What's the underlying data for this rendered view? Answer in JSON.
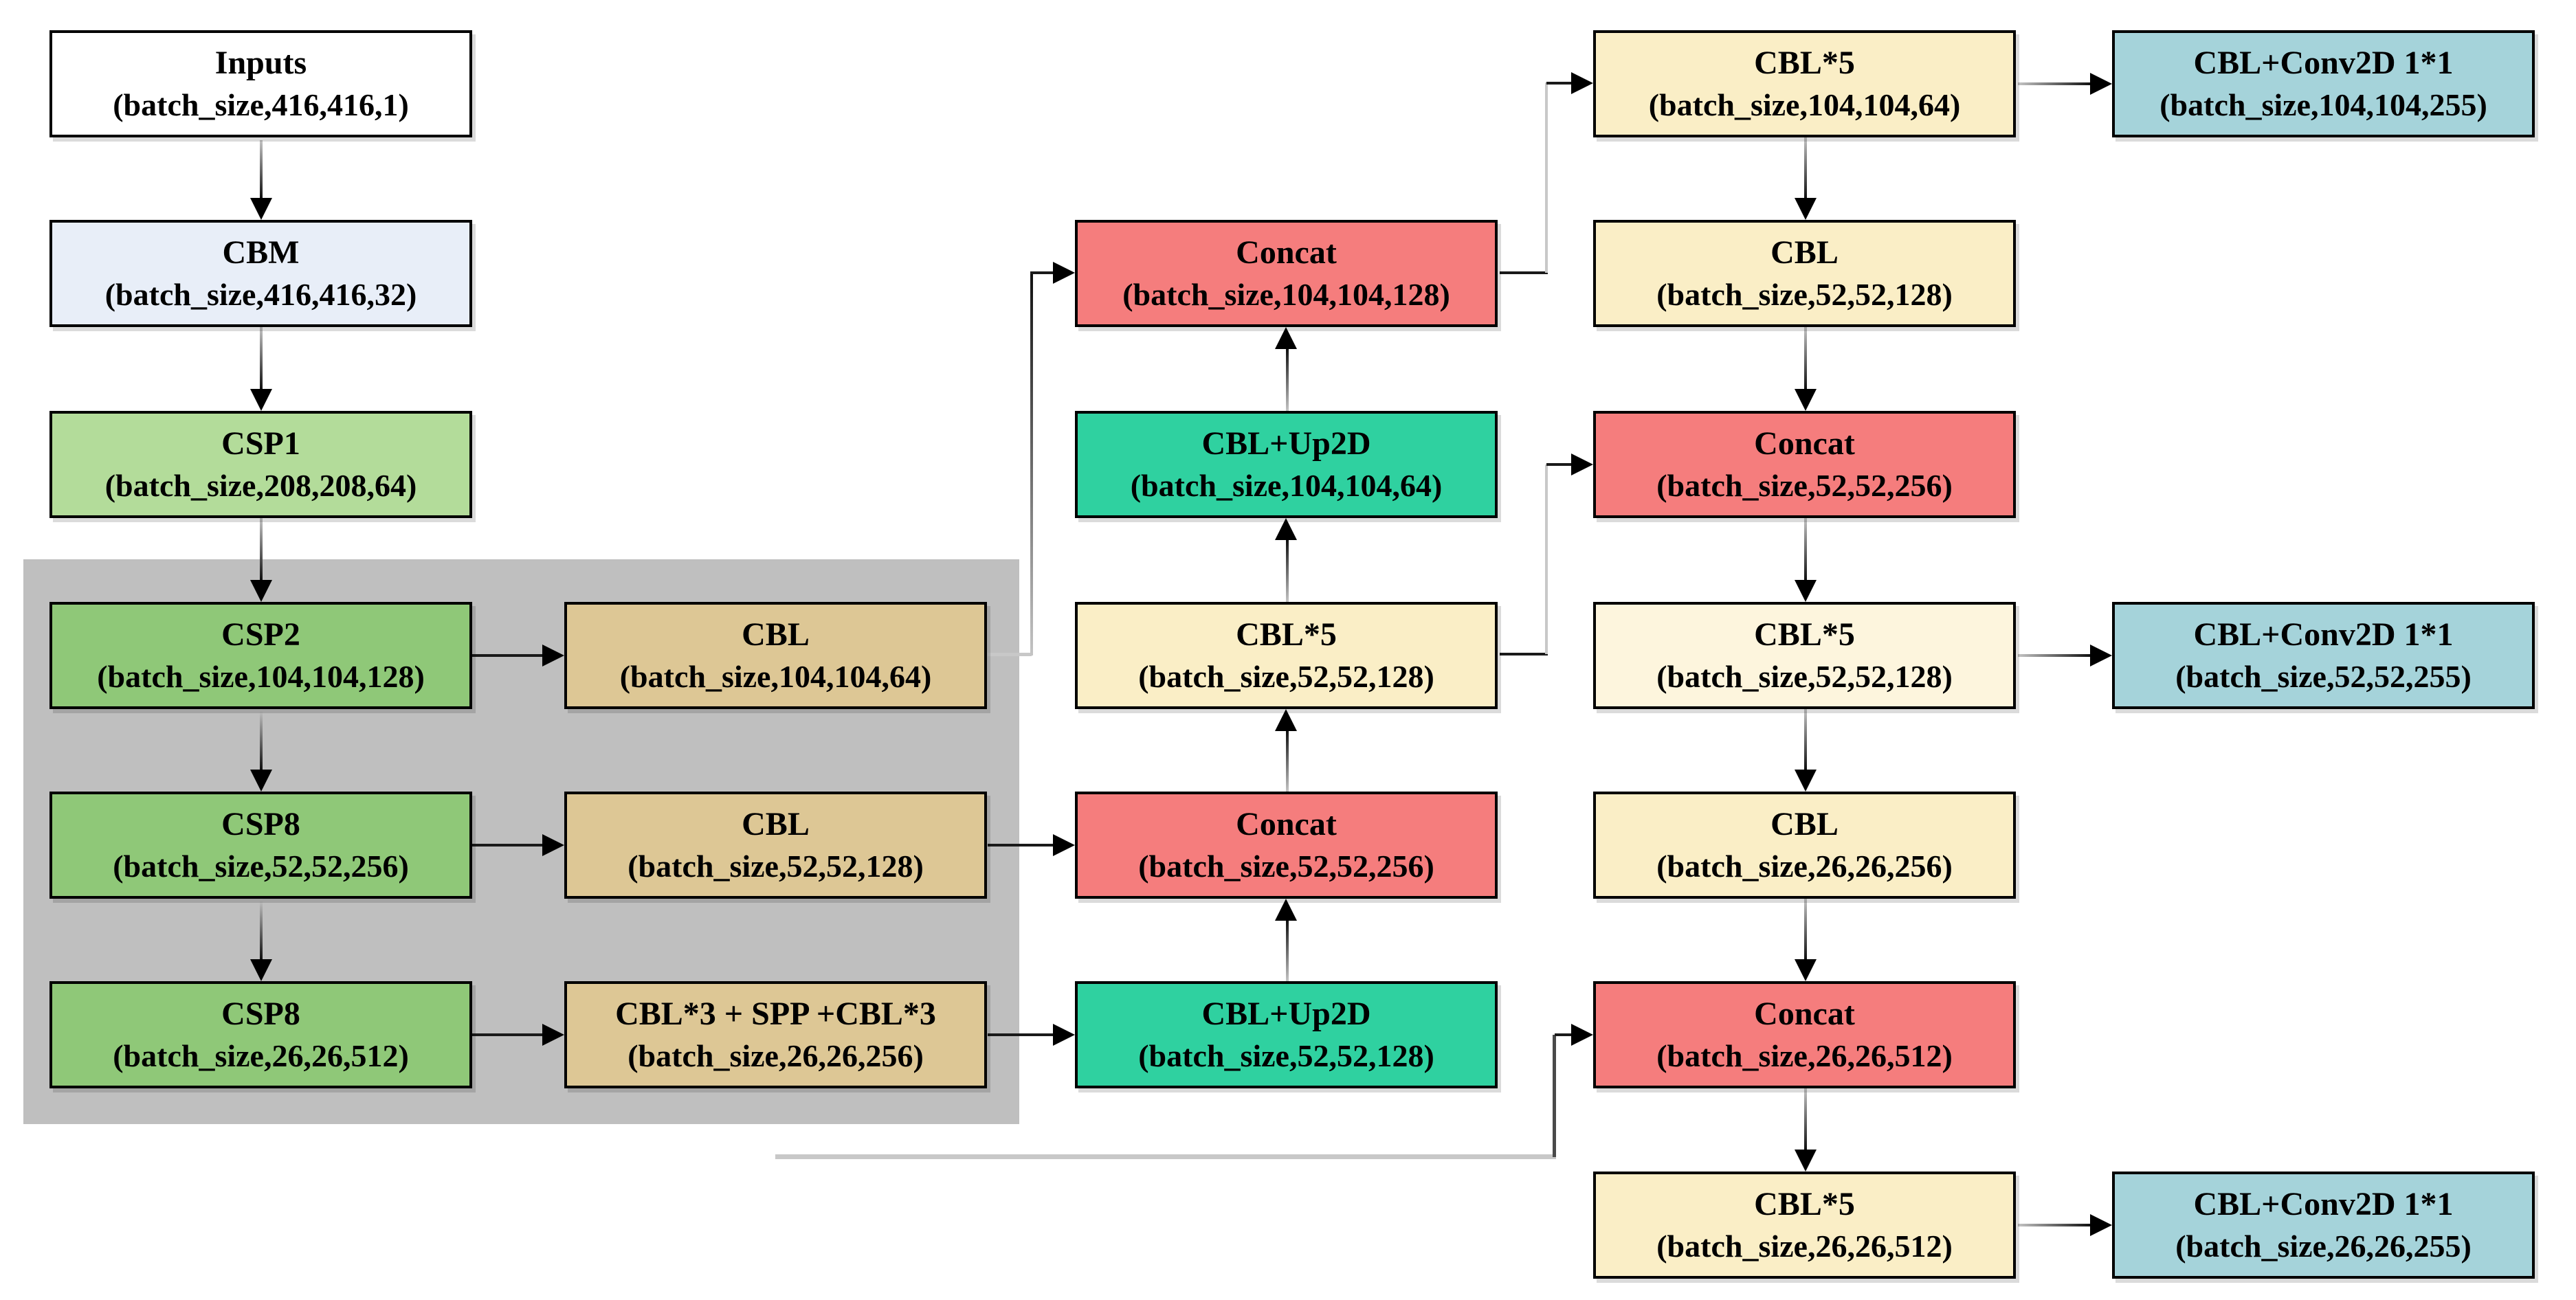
{
  "palette": {
    "white": "#ffffff",
    "cbm_blue": "#e8eef8",
    "light_green": "#b3dc9a",
    "green": "#8fc878",
    "tan": "#ddc795",
    "cream": "#faeec6",
    "cream_pale": "#fdf5dd",
    "red": "#f57d7d",
    "teal": "#2fd1a0",
    "head_blue": "#a5d3da",
    "group_bg": "#bfbfbf",
    "line_dark": "#1a1a1a",
    "line_light": "#c8c8c8"
  },
  "nodes": {
    "inputs": {
      "title": "Inputs",
      "shape": "(batch_size,416,416,1)"
    },
    "cbm": {
      "title": "CBM",
      "shape": "(batch_size,416,416,32)"
    },
    "csp1": {
      "title": "CSP1",
      "shape": "(batch_size,208,208,64)"
    },
    "csp2": {
      "title": "CSP2",
      "shape": "(batch_size,104,104,128)"
    },
    "csp8_52": {
      "title": "CSP8",
      "shape": "(batch_size,52,52,256)"
    },
    "csp8_26": {
      "title": "CSP8",
      "shape": "(batch_size,26,26,512)"
    },
    "cbl_104": {
      "title": "CBL",
      "shape": "(batch_size,104,104,64)"
    },
    "cbl_52": {
      "title": "CBL",
      "shape": "(batch_size,52,52,128)"
    },
    "spp": {
      "title": "CBL*3 + SPP +CBL*3",
      "shape": "(batch_size,26,26,256)"
    },
    "concat_104": {
      "title": "Concat",
      "shape": "(batch_size,104,104,128)"
    },
    "up2d_104": {
      "title": "CBL+Up2D",
      "shape": "(batch_size,104,104,64)"
    },
    "cbl5_52_mid": {
      "title": "CBL*5",
      "shape": "(batch_size,52,52,128)"
    },
    "concat_52_mid": {
      "title": "Concat",
      "shape": "(batch_size,52,52,256)"
    },
    "up2d_52": {
      "title": "CBL+Up2D",
      "shape": "(batch_size,52,52,128)"
    },
    "cbl5_104": {
      "title": "CBL*5",
      "shape": "(batch_size,104,104,64)"
    },
    "cbl_52_right": {
      "title": "CBL",
      "shape": "(batch_size,52,52,128)"
    },
    "concat_52_right": {
      "title": "Concat",
      "shape": "(batch_size,52,52,256)"
    },
    "cbl5_52_right": {
      "title": "CBL*5",
      "shape": "(batch_size,52,52,128)"
    },
    "cbl_26": {
      "title": "CBL",
      "shape": "(batch_size,26,26,256)"
    },
    "concat_26": {
      "title": "Concat",
      "shape": "(batch_size,26,26,512)"
    },
    "cbl5_26": {
      "title": "CBL*5",
      "shape": "(batch_size,26,26,512)"
    },
    "head_104": {
      "title": "CBL+Conv2D 1*1",
      "shape": "(batch_size,104,104,255)"
    },
    "head_52": {
      "title": "CBL+Conv2D 1*1",
      "shape": "(batch_size,52,52,255)"
    },
    "head_26": {
      "title": "CBL+Conv2D 1*1",
      "shape": "(batch_size,26,26,255)"
    }
  }
}
